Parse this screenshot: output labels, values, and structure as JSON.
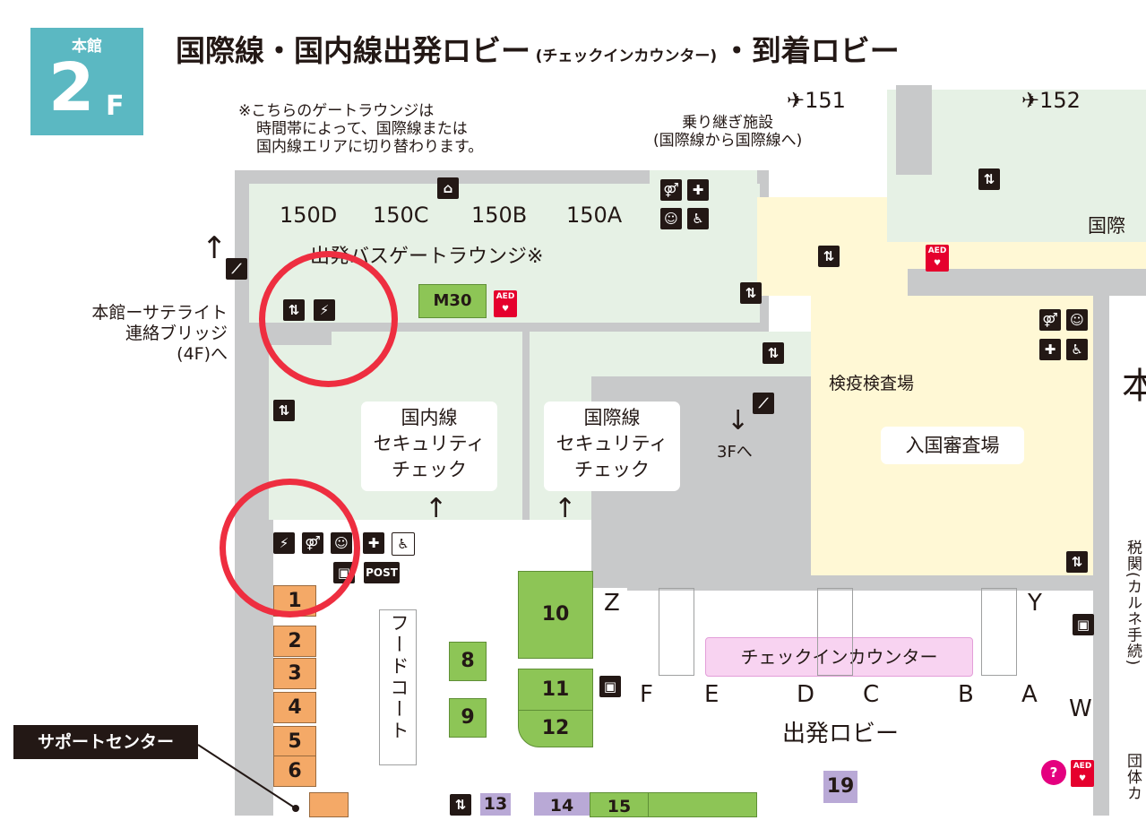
{
  "floor_badge": {
    "building": "本館",
    "floor_number": "2",
    "floor_suffix": "F"
  },
  "title": {
    "main": "国際線・国内線出発ロビー",
    "sub": "(チェックインカウンター)",
    "tail": "・到着ロビー"
  },
  "gate_note": [
    "※こちらのゲートラウンジは",
    "時間帯によって、国際線または",
    "国内線エリアに切り替わります。"
  ],
  "transfer_note": [
    "乗り継ぎ施設",
    "(国際線から国際線へ)"
  ],
  "gates": [
    "150D",
    "150C",
    "150B",
    "150A"
  ],
  "spots": [
    "151",
    "152"
  ],
  "bus_lounge": "出発バスゲートラウンジ※",
  "m30": "M30",
  "bridge": [
    "本館ーサテライト",
    "連絡ブリッジ",
    "(4F)へ"
  ],
  "domestic_security": [
    "国内線",
    "セキュリティ",
    "チェック"
  ],
  "international_security": [
    "国際線",
    "セキュリティ",
    "チェック"
  ],
  "to_3f": "3Fへ",
  "quarantine": "検疫検査場",
  "immigration": "入国審査場",
  "partial_right": "本",
  "partial_intl": "国際",
  "checkin_counter": "チェックインカウンター",
  "departure_lobby": "出発ロビー",
  "food_court": "フードコート",
  "support_center": "サポートセンター",
  "customs": "税関(カルネ手続)",
  "group": "団体カ",
  "post": "POST",
  "aed": "AED",
  "shops_orange": [
    "1",
    "2",
    "3",
    "4",
    "5",
    "6"
  ],
  "shops_green": [
    "10",
    "11",
    "12",
    "8",
    "9"
  ],
  "shops_bottom": [
    "13",
    "14",
    "15",
    "19"
  ],
  "row_letters": [
    "Z",
    "Y",
    "F",
    "E",
    "D",
    "C",
    "B",
    "A",
    "W"
  ],
  "icons": [
    "elevator-icon",
    "escalator-icon",
    "restroom-icon",
    "nursing-icon",
    "baby-care-icon",
    "wheelchair-icon",
    "smoking-icon",
    "massage-chair-icon",
    "aed-icon",
    "locker-icon",
    "information-icon",
    "airplane-icon"
  ],
  "colors": {
    "badge": "#5bb8c2",
    "green_zone": "#e6f1e5",
    "gray": "#c8c9ca",
    "yellow": "#fff8d5",
    "orange_shop": "#f4a967",
    "green_shop": "#8dc556",
    "purple_shop": "#b9a9d6",
    "highlight_circle": "#ee2e40",
    "checkin_pink": "#f8d3f1"
  }
}
